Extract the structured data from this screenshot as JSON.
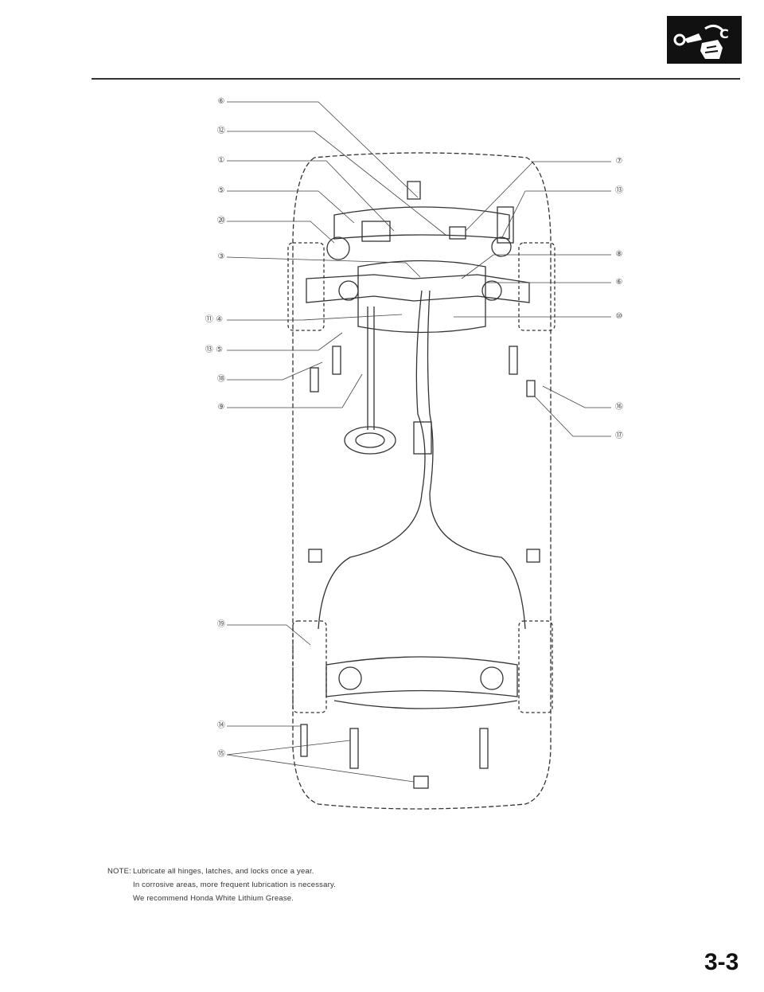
{
  "header": {
    "badge_icon": "lubrication-oil-can-hand-icon"
  },
  "diagram": {
    "callouts_left": [
      "⑥",
      "⑫",
      "①",
      "⑤",
      "⑳",
      "③",
      "⑪ ④",
      "⑬ ⑤",
      "⑱",
      "⑨",
      "⑲",
      "⑭",
      "⑮"
    ],
    "callouts_right": [
      "⑦",
      "⑬",
      "⑧",
      "⑥",
      "⑩",
      "⑯",
      "⑰"
    ]
  },
  "note": {
    "prefix": "NOTE:",
    "line1": "Lubricate all hinges, latches, and locks once a year.",
    "line2": "In corrosive areas, more frequent lubrication is necessary.",
    "line3": "We recommend Honda White Lithium Grease."
  },
  "page_number": "3-3",
  "colors": {
    "ink": "#222222",
    "badge": "#111111"
  }
}
